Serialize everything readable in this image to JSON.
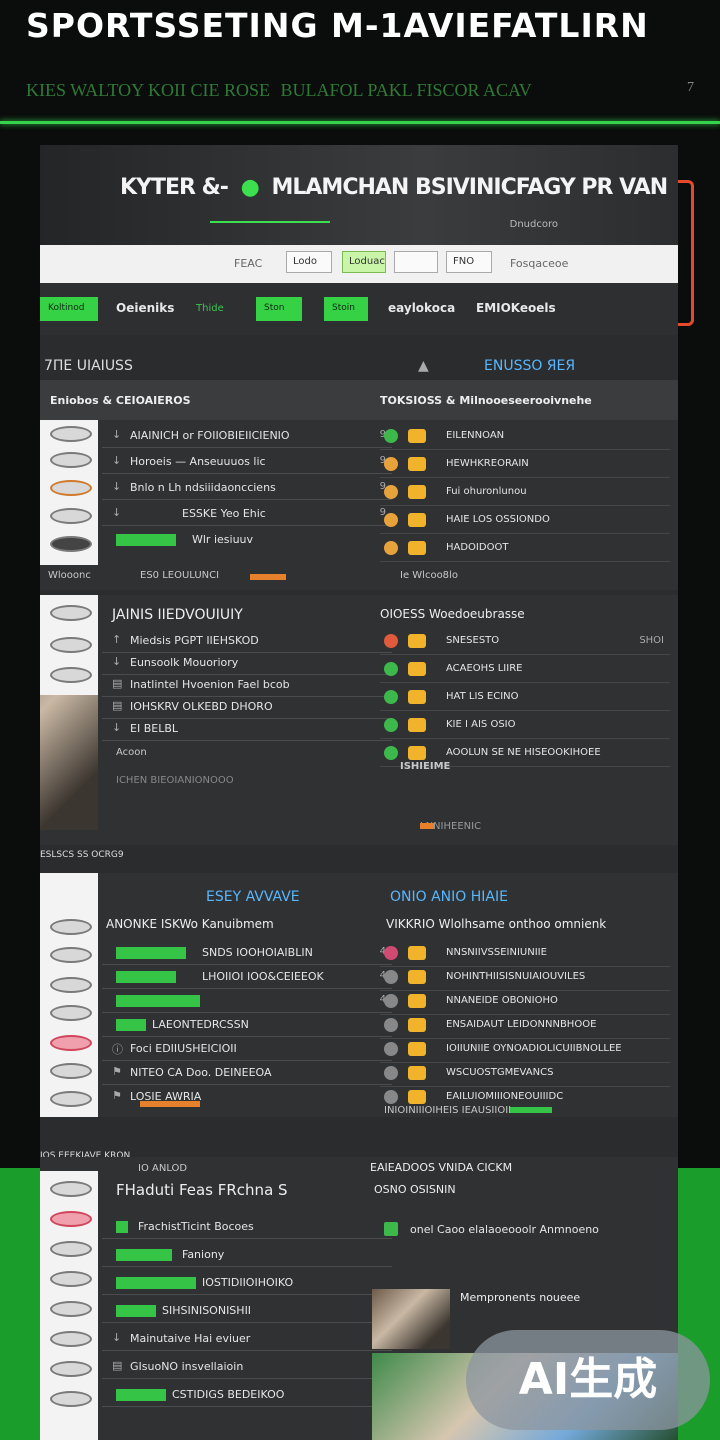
{
  "page": {
    "title": "SPORTSSETING M-1AVIEFATLIRN",
    "subtitle_left": "KIES WALTOY KOII CIE ROSE",
    "subtitle_right": "BULAFOL PAKL FISCOR ACAV",
    "page_num": "7"
  },
  "colors": {
    "accent": "#36d34a",
    "alert": "#e6492c",
    "info": "#58b7ff",
    "warn": "#e6802b"
  },
  "hero": {
    "brand": "KYTER &-",
    "title": "MLAMCHAN BSIVINICFAGY PR VAN",
    "sub": "Dnudcoro"
  },
  "toolbar": {
    "field1": "FEAC",
    "btn1": "Lodo",
    "btn2": "Loduac",
    "btn3": "",
    "btn4": "FNO",
    "text": "Fosqaceoe"
  },
  "nav": {
    "btn1": "Koltinod",
    "item1": "Oeieniks",
    "item1b": "Thide",
    "btn2": "Ston",
    "btn3": "Stoin",
    "item2": "eaylokoca",
    "item3": "EMIOKeoels"
  },
  "section1": {
    "left": "7ПЕ UIAIUSS",
    "right": "ЕNUSSO ЯЕЯ"
  },
  "panel1": {
    "bar_left": "Eniobos & CEIOAIEROS",
    "bar_right": "TOKSIOSS & Milnooeseerooivnehe",
    "left_rows": [
      {
        "icon": "↓",
        "text": "AIAINICH or FOIIOBIEIICIENIO",
        "num": "9"
      },
      {
        "icon": "↓",
        "text": "Horoeis — Anseuuuos lic",
        "num": "9"
      },
      {
        "icon": "↓",
        "text": "Bnlo n Lh ndsiiidaoncciens",
        "num": "9"
      },
      {
        "icon": "↓",
        "text": "ESSKE Yeo Ehic",
        "num": "9"
      },
      {
        "icon": "↓",
        "text": "Wlr iesiuuv",
        "num": ""
      }
    ],
    "right_rows": [
      {
        "text": "EILENNOAN",
        "num": ""
      },
      {
        "text": "HEWHKREORAIN",
        "num": ""
      },
      {
        "text": "Fui ohuronlunou",
        "num": ""
      },
      {
        "text": "HAIE LOS OSSIONDO",
        "num": ""
      },
      {
        "text": "HADOIDOOT",
        "num": ""
      }
    ],
    "footer_left": "Wlooonc",
    "footer_mid": "ES0 LEOULUNCI",
    "footer_right": "Ie Wlcoo8lo"
  },
  "panel2": {
    "bar_left": "JAINIS IIEDVOUIUIY",
    "bar_right": "OIOESS Woedoeubrasse",
    "left_rows": [
      {
        "icon": "↑",
        "text": "Miedsis PGPT IIEHSKOD",
        "num": ""
      },
      {
        "icon": "↓",
        "text": "Eunsoolk Mouoriory",
        "num": ""
      },
      {
        "icon": "▤",
        "text": "Inatlintel Hvoenion Fael bcob",
        "num": ""
      },
      {
        "icon": "▤",
        "text": "IOHSKRV OLKEBD DHORO",
        "num": ""
      },
      {
        "icon": "↓",
        "text": "EI BELBL",
        "num": ""
      }
    ],
    "right_rows": [
      {
        "text": "SNESESTO",
        "num": "SHOI"
      },
      {
        "text": "ACAEOHS LIIRE",
        "num": ""
      },
      {
        "text": "HAT LIS ECINO",
        "num": ""
      },
      {
        "text": "KIE I AIS OSIO",
        "num": ""
      },
      {
        "text": "AOOLUN SE NE HISEOOKIHOEE",
        "num": ""
      }
    ],
    "left_footer": "Acoon",
    "left_footer2": "ICHEN BIEOIANIONOOO",
    "right_footer": "ISHIEIME",
    "right_footer2": "LNNIHEENIC"
  },
  "gap_label1": "ESLSCS SS OCRG9",
  "section2": {
    "left": "ESEY AVVAVE",
    "right": "ONIO ANIO HIAIE"
  },
  "panel3": {
    "bar_left": "ANONKE ISKWo Kanuibmem",
    "bar_right": "VIKKRIO Wlolhsame onthoo omnienk",
    "left_rows": [
      {
        "text": "SNDS IOOHOIAIBLIN",
        "num": "4"
      },
      {
        "text": "LHOIIOI IOO&CEIEEOK",
        "num": "4"
      },
      {
        "text": "",
        "num": "4"
      },
      {
        "text": "LAEONTEDRCSSN",
        "num": ""
      },
      {
        "text": "Foci EDIIUSHEICIOII",
        "num": ""
      },
      {
        "text": "NITEO CA Doo. DEINEEOA",
        "num": ""
      },
      {
        "text": "LOSIE AWRIA",
        "num": ""
      }
    ],
    "right_rows": [
      {
        "text": "NNSNIIVSSEINIUNIIE",
        "num": ""
      },
      {
        "text": "NOHINTHIISISNUIAIOUVILES",
        "num": ""
      },
      {
        "text": "NNANEIDE OBONIOHO",
        "num": ""
      },
      {
        "text": "ENSAIDAUT LEIDONNNBHOOE",
        "num": ""
      },
      {
        "text": "IOIIUNIIE OYNOADIOLICUIIBNOLLEE",
        "num": ""
      },
      {
        "text": "WSCUOSTGMEVANCS",
        "num": ""
      },
      {
        "text": "EAILUIOMIIIONEOUIIIDC",
        "num": ""
      }
    ],
    "footer_right": "INIOINIIIOIHEIS IEAUSIIOII"
  },
  "gap_label2": "IOS EEEKIAVE KRON",
  "panel4": {
    "bar_left": "FHaduti Feas FRchna S",
    "bar_sub": "IO ANLOD",
    "bar_right": "EAIEADOOS VNIDA CICKM",
    "bar_right2": "OSNO OSISNIN",
    "left_rows": [
      {
        "text": "FrachistTicint Bocoes",
        "num": ""
      },
      {
        "text": "Faniony",
        "num": ""
      },
      {
        "text": "IOSTIDIIOIHOIKO",
        "num": ""
      },
      {
        "text": "SIHSINISONISHII",
        "num": ""
      },
      {
        "text": "Mainutaive Hai eviuer",
        "num": ""
      },
      {
        "text": "GIsuoNO insvellaioin",
        "num": ""
      },
      {
        "text": "CSTIDIGS BEDEIKOO",
        "num": ""
      }
    ],
    "right_item": "onel Caoo elalaoeooolr Anmnoeno",
    "right_card": "Mempronents noueee"
  },
  "badge": "AI生成"
}
